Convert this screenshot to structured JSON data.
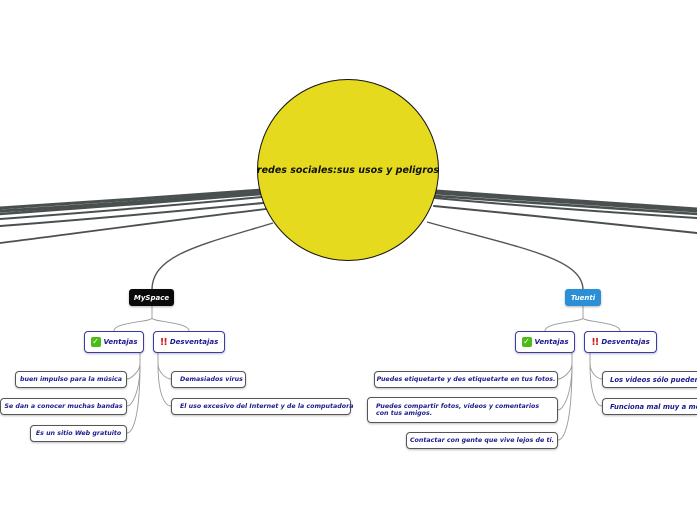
{
  "map": {
    "central_topic": "redes sociales:sus usos y peligros",
    "colors": {
      "central_fill": "#e5da1e",
      "myspace_fill": "#0a0a0a",
      "tuenti_fill": "#2b8fd6",
      "subtopic_border": "#3a3aa8",
      "text_blue": "#1a1a8c",
      "check_green": "#4cbb17",
      "bang_red": "#d51a1a"
    },
    "branches": [
      {
        "label": "MySpace",
        "ventajas": {
          "label": "Ventajas",
          "icon": "check-icon",
          "items": [
            "buen impulso para la música",
            "Se dan a conocer muchas bandas",
            "Es un sitio Web gratuito"
          ]
        },
        "desventajas": {
          "label": "Desventajas",
          "icon": "double-exclamation-icon",
          "items": [
            "Demasiados virus",
            "El uso excesivo del Internet y de la computadora"
          ]
        }
      },
      {
        "label": "Tuenti",
        "ventajas": {
          "label": "Ventajas",
          "icon": "check-icon",
          "items": [
            "Puedes etiquetarte y des etiquetarte en tus fotos.",
            "Puedes compartir fotos, videos y comentarios con tus amigos.",
            "Contactar con gente que vive lejos de ti."
          ]
        },
        "desventajas": {
          "label": "Desventajas",
          "icon": "double-exclamation-icon",
          "items": [
            "Los videos sólo pueden su",
            "Funciona mal muy a menu"
          ]
        }
      }
    ]
  }
}
